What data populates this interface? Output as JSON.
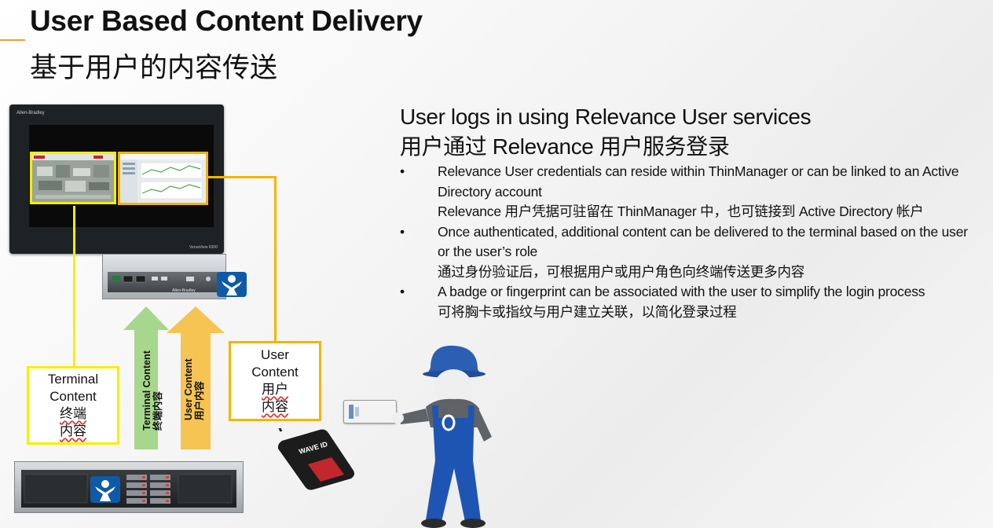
{
  "slide": {
    "title_en": "User Based Content Delivery",
    "title_zh": "基于用户的内容传送",
    "heading_en": "User logs in using Relevance User services",
    "heading_zh": "用户通过 Relevance 用户服务登录"
  },
  "bullets": [
    {
      "en": "Relevance User credentials can reside within ThinManager or can be linked to an Active Directory account",
      "zh": "Relevance 用户凭据可驻留在 ThinManager 中，也可链接到 Active Directory 帐户"
    },
    {
      "en": "Once authenticated, additional content can be delivered to the terminal based on the user or the user’s role",
      "zh": "通过身份验证后，可根据用户或用户角色向终端传送更多内容"
    },
    {
      "en": "A badge or fingerprint can be associated with the user to simplify the login process",
      "zh": "可将胸卡或指纹与用户建立关联，以简化登录过程"
    }
  ],
  "diagram": {
    "terminal_box": {
      "line1": "Terminal",
      "line2": "Content",
      "zh1": "终端",
      "zh2": "内容"
    },
    "user_box": {
      "line1": "User",
      "line2": "Content",
      "zh1": "用户",
      "zh2": "内容"
    },
    "arrow_terminal": {
      "en": "Terminal Content",
      "zh": "终端内容",
      "color": "#a6d78c"
    },
    "arrow_user": {
      "en": "User Content",
      "zh": "用户内容",
      "color": "#f6c453"
    },
    "panel_brand": "Allen-Bradley",
    "panel_model": "VersaView 6300",
    "thinclient_brand": "Allen-Bradley",
    "reader_brand": "WAVE ID",
    "colors": {
      "yellow": "#f7ee00",
      "orange": "#f4b400",
      "accent": "#f0a030",
      "logo_blue": "#0f5aa6"
    },
    "icons": [
      "touch-panel-icon",
      "thin-client-icon",
      "thinmanager-logo-icon",
      "server-icon",
      "badge-reader-icon",
      "badge-card-icon",
      "worker-figure-icon"
    ]
  }
}
